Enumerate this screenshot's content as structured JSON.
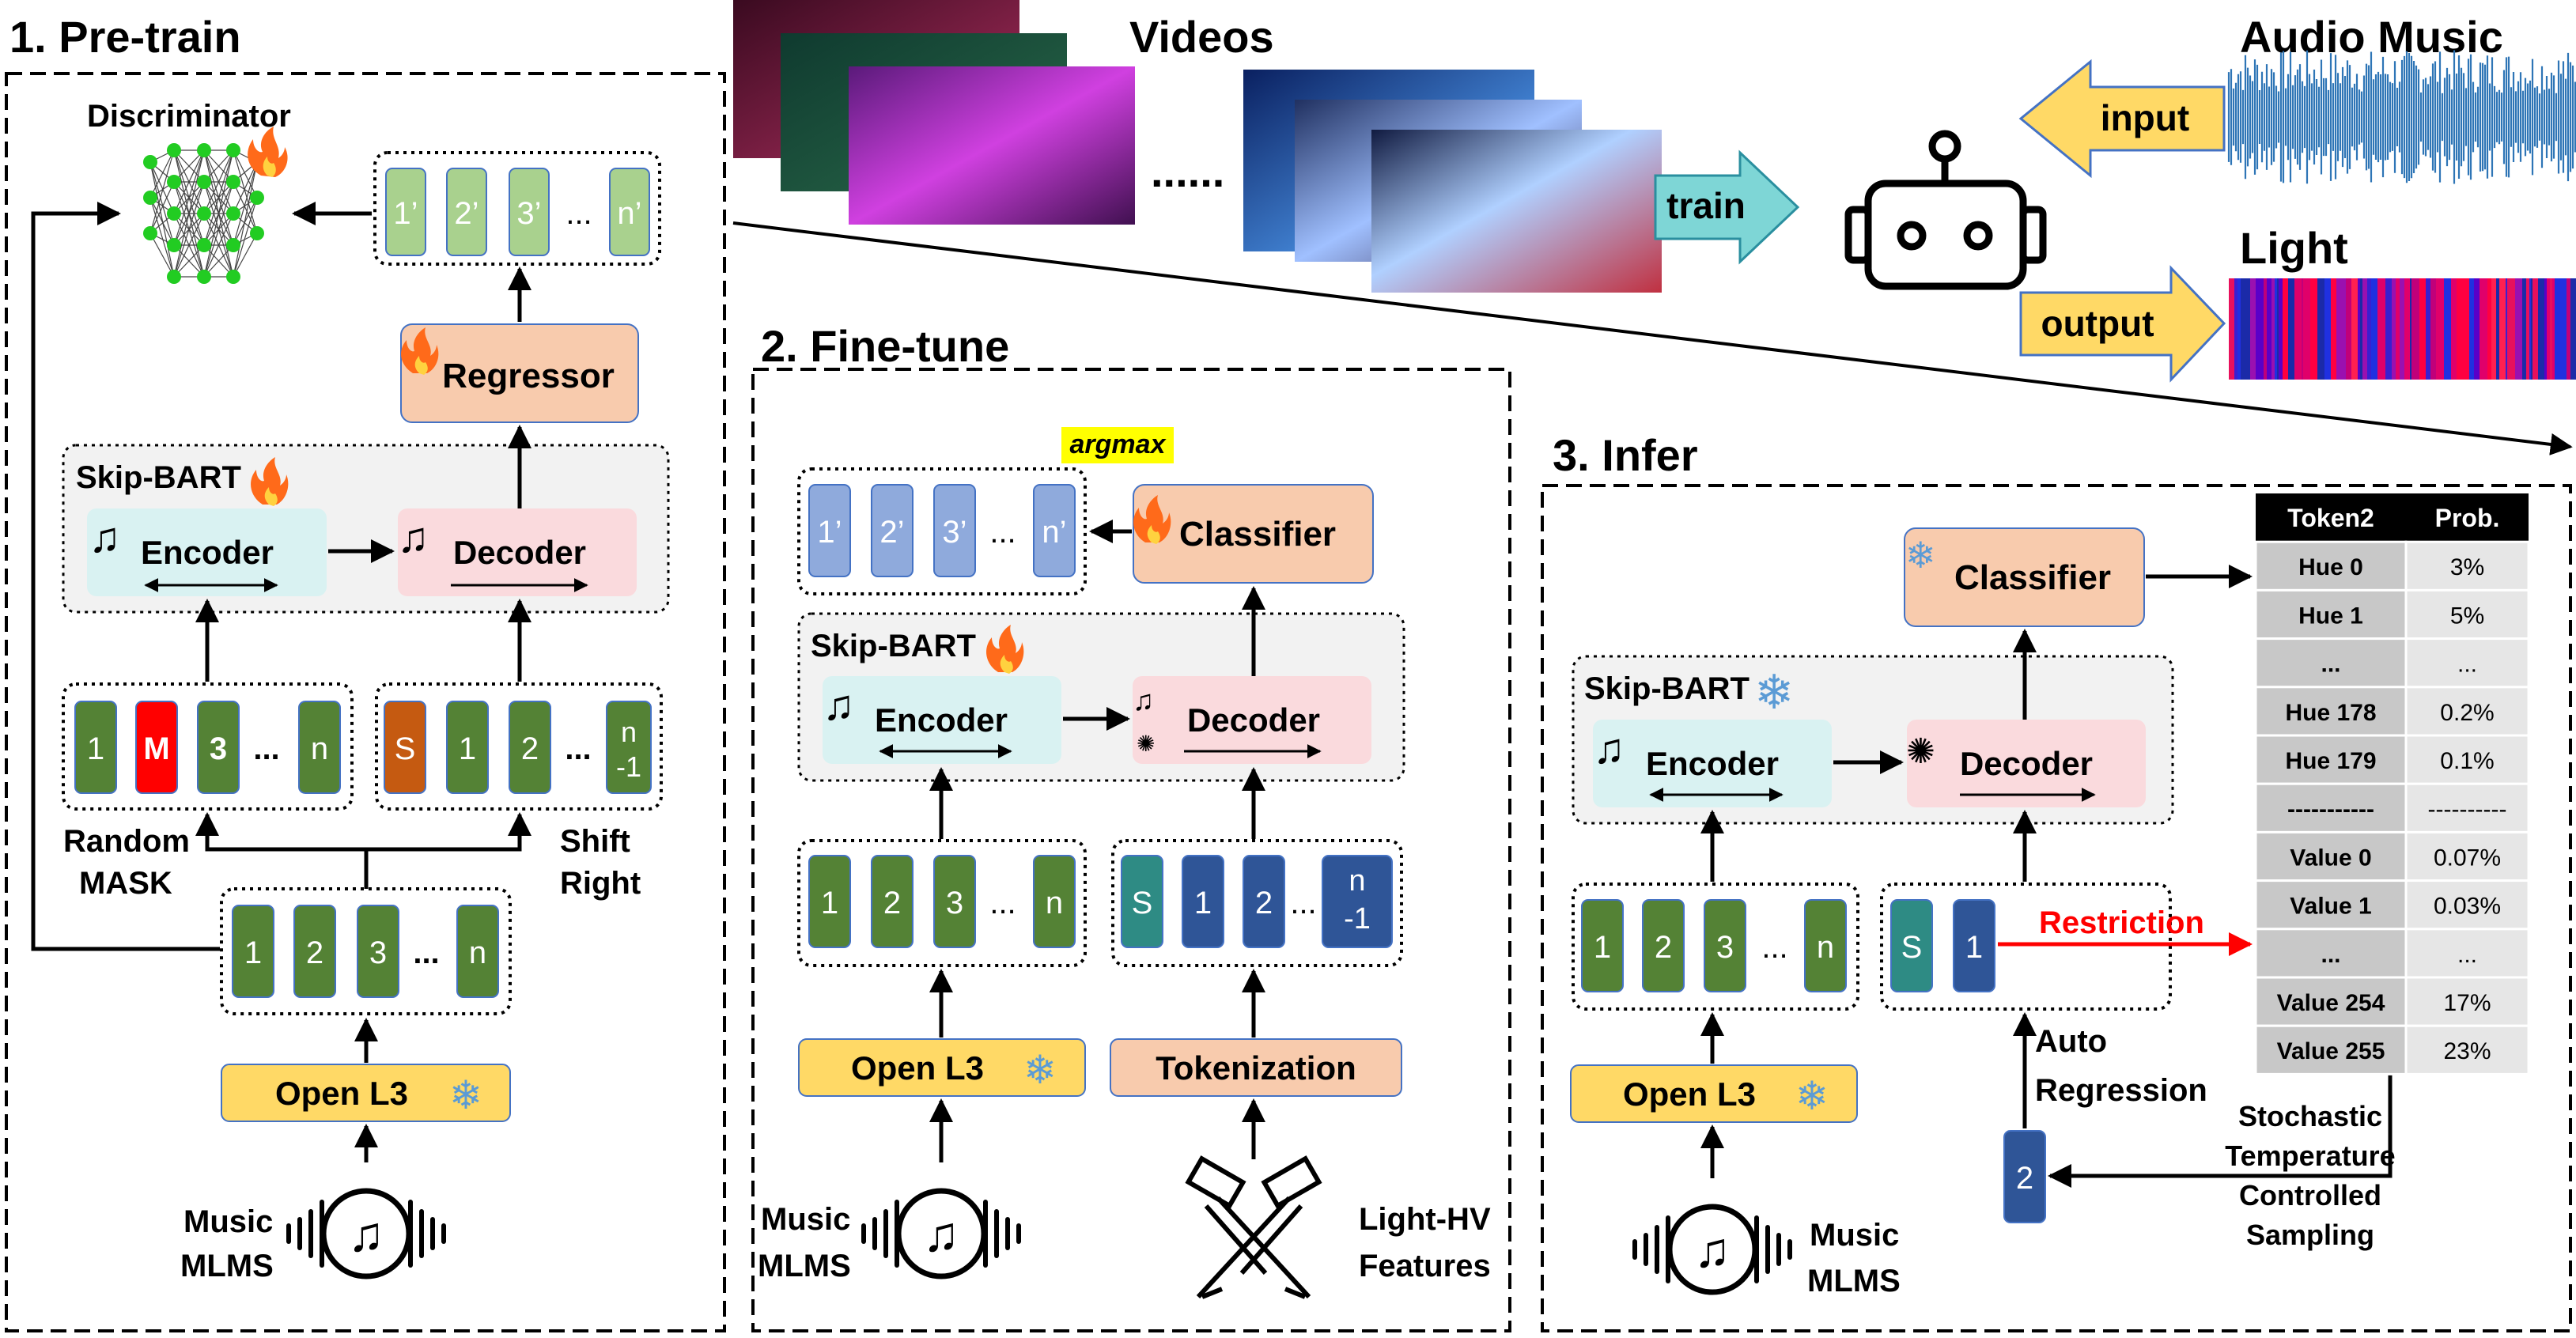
{
  "sections": {
    "pretrain": "1. Pre-train",
    "finetune": "2. Fine-tune",
    "infer": "3. Infer"
  },
  "top": {
    "videos": "Videos",
    "ellipsis": "......",
    "train": "train",
    "input": "input",
    "output": "output",
    "audio_music": "Audio Music",
    "light": "Light"
  },
  "pretrain": {
    "discriminator": "Discriminator",
    "regressor": "Regressor",
    "skip_bart": "Skip-BART",
    "encoder": "Encoder",
    "decoder": "Decoder",
    "out_tokens": [
      "1’",
      "2’",
      "3’",
      "...",
      "n’"
    ],
    "masked_tokens": [
      "1",
      "M",
      "3",
      "...",
      "n"
    ],
    "shifted_tokens": [
      "S",
      "1",
      "2",
      "...",
      "n",
      "-1"
    ],
    "random_mask": [
      "Random",
      "MASK"
    ],
    "shift_right": [
      "Shift",
      "Right"
    ],
    "input_tokens": [
      "1",
      "2",
      "3",
      "...",
      "n"
    ],
    "openl3": "Open L3",
    "music": [
      "Music",
      "MLMS"
    ]
  },
  "finetune": {
    "argmax": "argmax",
    "classifier": "Classifier",
    "skip_bart": "Skip-BART",
    "encoder": "Encoder",
    "decoder": "Decoder",
    "out_tokens": [
      "1’",
      "2’",
      "3’",
      "...",
      "n’"
    ],
    "input_tokens": [
      "1",
      "2",
      "3",
      "...",
      "n"
    ],
    "light_tokens": [
      "S",
      "1",
      "2",
      "...",
      "n",
      "-1"
    ],
    "openl3": "Open L3",
    "tokenization": "Tokenization",
    "music": [
      "Music",
      "MLMS"
    ],
    "light_features": [
      "Light-HV",
      "Features"
    ]
  },
  "infer": {
    "classifier": "Classifier",
    "skip_bart": "Skip-BART",
    "encoder": "Encoder",
    "decoder": "Decoder",
    "input_tokens": [
      "1",
      "2",
      "3",
      "...",
      "n"
    ],
    "ar_tokens": [
      "S",
      "1"
    ],
    "restriction": "Restriction",
    "auto_regression": [
      "Auto",
      "Regression"
    ],
    "next_token": "2",
    "sampling": [
      "Stochastic",
      "Temperature",
      "Controlled",
      "Sampling"
    ],
    "openl3": "Open L3",
    "music": [
      "Music",
      "MLMS"
    ],
    "table": {
      "headers": [
        "Token2",
        "Prob."
      ],
      "rows": [
        [
          "Hue 0",
          "3%"
        ],
        [
          "Hue 1",
          "5%"
        ],
        [
          "...",
          "..."
        ],
        [
          "Hue 178",
          "0.2%"
        ],
        [
          "Hue 179",
          "0.1%"
        ],
        [
          "-----------",
          "----------"
        ],
        [
          "Value 0",
          "0.07%"
        ],
        [
          "Value 1",
          "0.03%"
        ],
        [
          "...",
          "..."
        ],
        [
          "Value 254",
          "17%"
        ],
        [
          "Value 255",
          "23%"
        ]
      ]
    }
  },
  "colors": {
    "green_token": "#548235",
    "blue_light_token": "#8FAADC",
    "green_light_token": "#A9D18E",
    "dark_blue_token": "#2F5597",
    "teal_token": "#2E8B84",
    "orange_token": "#C55A11",
    "mask_red": "#FF0000",
    "regressor_fill": "#F8CBAD",
    "openl3_fill": "#FFD966",
    "encoder_fill": "#D9F2F2",
    "decoder_fill": "#FADADD",
    "train_arrow": "#7ED6D6",
    "io_arrow": "#FFD966",
    "restriction": "#FF0000",
    "argmax_bg": "#FFFF00"
  }
}
